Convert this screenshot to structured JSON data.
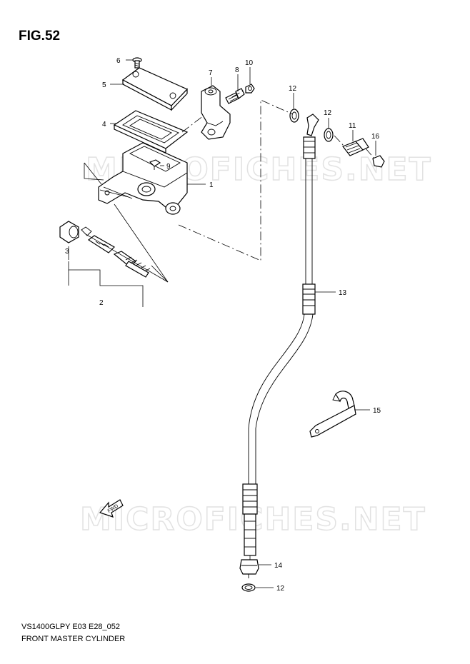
{
  "figure": {
    "title": "FIG.52",
    "model_code": "VS1400GLPY E03 E28_052",
    "name": "FRONT MASTER CYLINDER"
  },
  "watermark": {
    "text": "MICROFICHES.NET",
    "color": "#e2e2e2"
  },
  "direction_marker": {
    "label": "FWD"
  },
  "callouts": [
    {
      "id": "c1",
      "label": "1"
    },
    {
      "id": "c2",
      "label": "2"
    },
    {
      "id": "c3",
      "label": "3"
    },
    {
      "id": "c4",
      "label": "4"
    },
    {
      "id": "c5",
      "label": "5"
    },
    {
      "id": "c6",
      "label": "6"
    },
    {
      "id": "c7",
      "label": "7"
    },
    {
      "id": "c8",
      "label": "8"
    },
    {
      "id": "c9",
      "label": "9"
    },
    {
      "id": "c10",
      "label": "10"
    },
    {
      "id": "c11",
      "label": "11"
    },
    {
      "id": "c12a",
      "label": "12"
    },
    {
      "id": "c12b",
      "label": "12"
    },
    {
      "id": "c12c",
      "label": "12"
    },
    {
      "id": "c13",
      "label": "13"
    },
    {
      "id": "c14",
      "label": "14"
    },
    {
      "id": "c15",
      "label": "15"
    },
    {
      "id": "c16",
      "label": "16"
    }
  ]
}
